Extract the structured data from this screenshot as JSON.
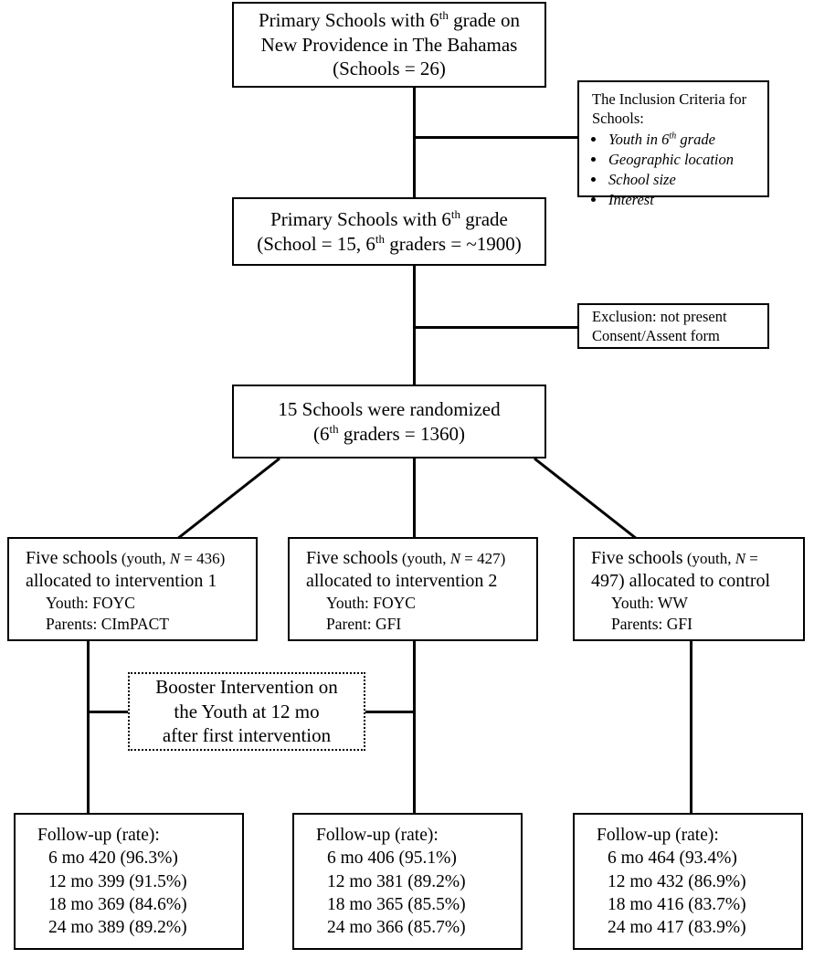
{
  "diagram": {
    "type": "consort-flowchart",
    "title_node": {
      "line1_pre": "Primary Schools with 6",
      "line1_sup": "th",
      "line1_post": " grade on",
      "line2": "New Providence in The Bahamas",
      "line3": "(Schools = 26)"
    },
    "inclusion_criteria": {
      "heading_line1": "The Inclusion Criteria for",
      "heading_line2": "Schools:",
      "items_pre": [
        "Youth in 6",
        "Geographic location",
        "School size",
        "Interest"
      ],
      "item1_sup": "th",
      "item1_post": " grade"
    },
    "eligible_schools": {
      "line1_pre": "Primary Schools with 6",
      "line1_sup": "th",
      "line1_post": " grade",
      "line2_pre": "(School = 15, 6",
      "line2_sup": "th",
      "line2_post": " graders = ~1900)"
    },
    "exclusion": {
      "line1": "Exclusion: not present",
      "line2": "Consent/Assent form"
    },
    "randomized": {
      "line1": "15 Schools were randomized",
      "line2_pre": "(6",
      "line2_sup": "th",
      "line2_post": " graders = 1360)"
    },
    "allocation": [
      {
        "head_main": "Five schools",
        "head_paren_pre": " (youth, ",
        "head_paren_n": "N",
        "head_paren_post": " = 436)",
        "head_line2": "allocated to intervention 1",
        "detail1": "Youth: FOYC",
        "detail2": "Parents: CImPACT"
      },
      {
        "head_main": "Five schools",
        "head_paren_pre": " (youth, ",
        "head_paren_n": "N",
        "head_paren_post": " = 427)",
        "head_line2": "allocated to intervention 2",
        "detail1": "Youth: FOYC",
        "detail2": "Parent: GFI"
      },
      {
        "head_main": "Five schools",
        "head_paren_pre": " (youth, ",
        "head_paren_n": "N",
        "head_paren_post": " =",
        "head_line2": "497) allocated to control",
        "detail1": "Youth: WW",
        "detail2": "Parents: GFI"
      }
    ],
    "booster": {
      "line1": "Booster Intervention on",
      "line2": "the Youth at 12 mo",
      "line3": "after first intervention"
    },
    "followup": [
      {
        "heading": "Follow-up (rate):",
        "rows": [
          "6 mo  420 (96.3%)",
          "12 mo  399 (91.5%)",
          "18 mo  369 (84.6%)",
          "24 mo  389 (89.2%)"
        ]
      },
      {
        "heading": "Follow-up (rate):",
        "rows": [
          "6 mo  406 (95.1%)",
          "12 mo  381 (89.2%)",
          "18 mo  365 (85.5%)",
          "24 mo  366 (85.7%)"
        ]
      },
      {
        "heading": "Follow-up (rate):",
        "rows": [
          "6 mo  464 (93.4%)",
          "12 mo  432 (86.9%)",
          "18 mo  416 (83.7%)",
          "24 mo  417 (83.9%)"
        ]
      }
    ],
    "colors": {
      "stroke": "#000000",
      "background": "#ffffff",
      "text": "#000000"
    }
  }
}
